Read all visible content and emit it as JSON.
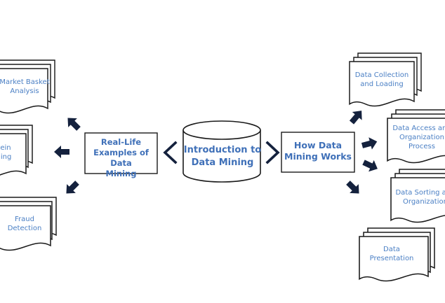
{
  "center": {
    "title_line1": "Introduction to",
    "title_line2": "Data Mining"
  },
  "left_box": {
    "line1": "Real-Life",
    "line2": "Examples of Data",
    "line3": "Mining"
  },
  "right_box": {
    "line1": "How Data",
    "line2": "Mining Works"
  },
  "examples": [
    {
      "line1": "Market Basket",
      "line2": "Analysis"
    },
    {
      "line1": "rotein",
      "line2": "olding"
    },
    {
      "line1": "Fraud",
      "line2": "Detection"
    }
  ],
  "steps": [
    {
      "line1": "Data Collection",
      "line2": "and Loading",
      "line3": ""
    },
    {
      "line1": "Data Access and",
      "line2": "Organization",
      "line3": "Process"
    },
    {
      "line1": "Data Sorting and",
      "line2": "Organization",
      "line3": ""
    },
    {
      "line1": "Data",
      "line2": "Presentation",
      "line3": ""
    }
  ],
  "colors": {
    "stroke": "#1a1a1a",
    "arrow": "#14213d",
    "text": "#4a7fc4",
    "bold_text": "#3f70b8"
  },
  "icons": [
    "chevron-left-icon",
    "chevron-right-icon",
    "arrow-icon"
  ]
}
